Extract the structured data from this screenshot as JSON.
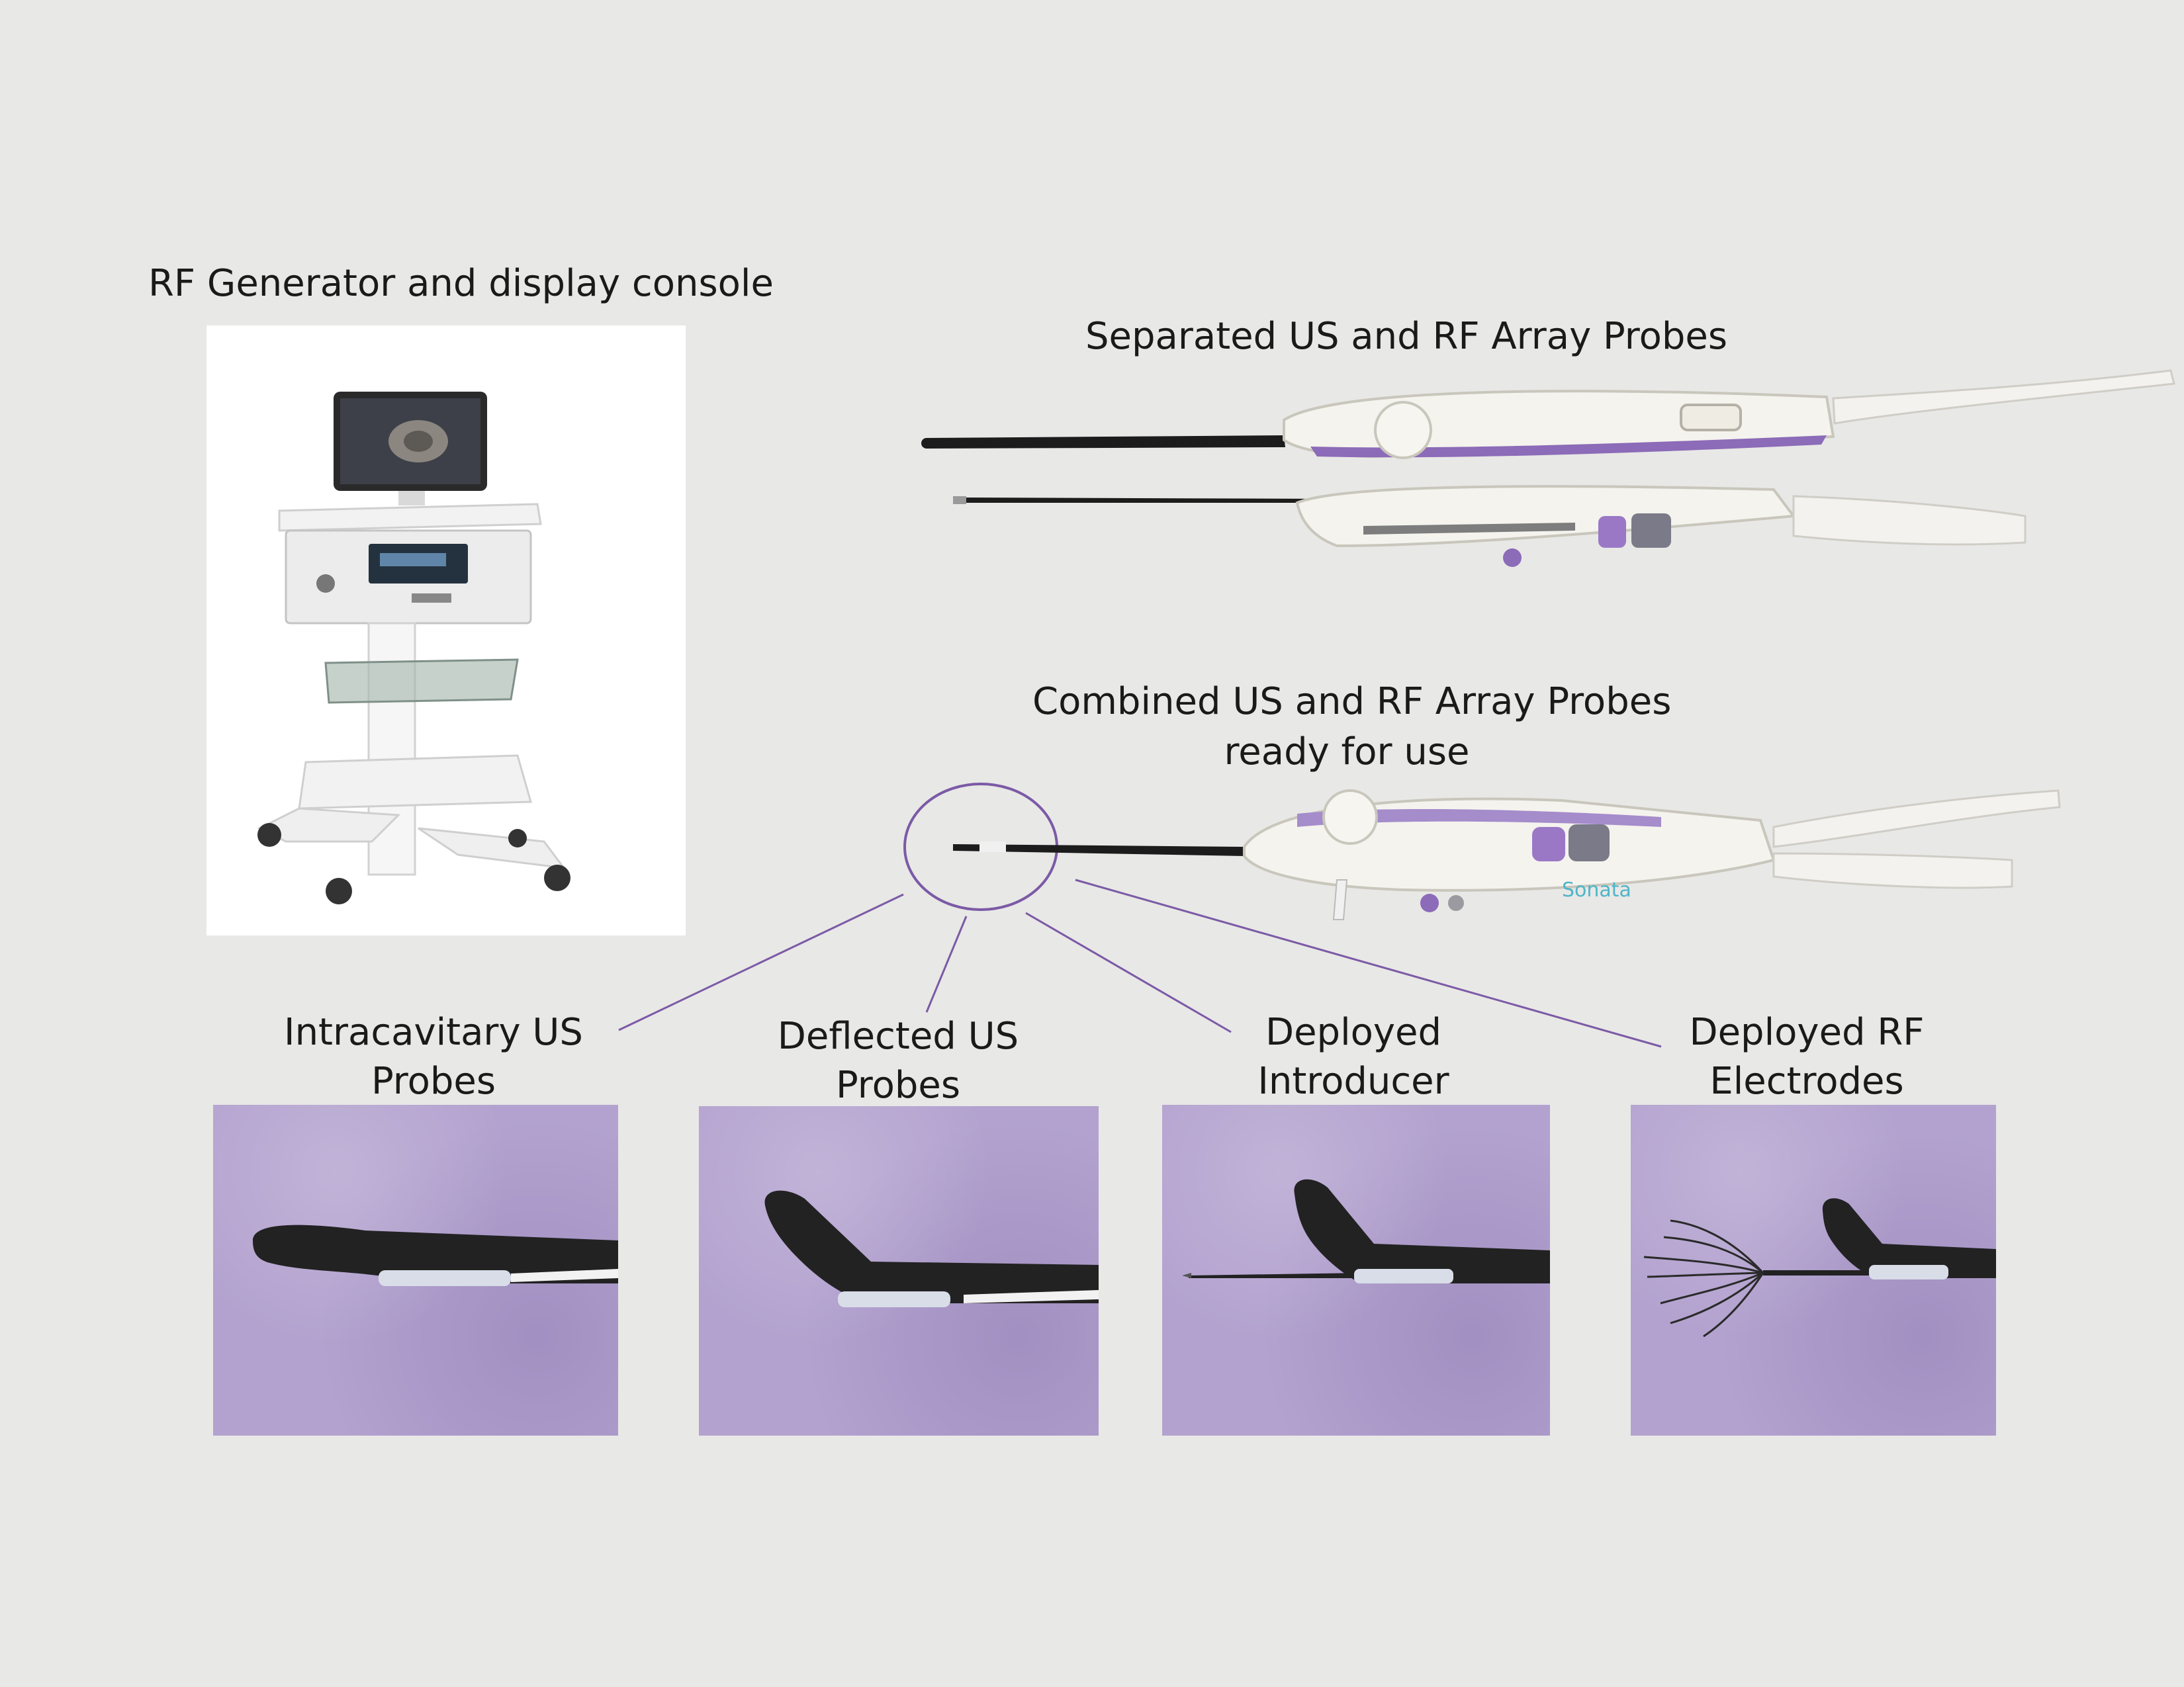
{
  "console": {
    "title": "RF Generator and display console"
  },
  "separated": {
    "title": "Separated US and RF Array Probes"
  },
  "combined": {
    "title_line1": "Combined US and RF Array Probes",
    "title_line2": "ready for use",
    "brand_mark": "Sonata"
  },
  "panels": [
    {
      "line1": "Intracavitary US",
      "line2": "Probes"
    },
    {
      "line1": "Deflected US",
      "line2": "Probes"
    },
    {
      "line1": "Deployed",
      "line2": "Introducer"
    },
    {
      "line1": "Deployed RF",
      "line2": "Electrodes"
    }
  ],
  "colors": {
    "background": "#e8e8e6",
    "accent_purple": "#7b5aa6",
    "panel_purple": "#b3a2cf",
    "probe_black": "#1c1c1c",
    "handle_white": "#f4f3ee"
  }
}
